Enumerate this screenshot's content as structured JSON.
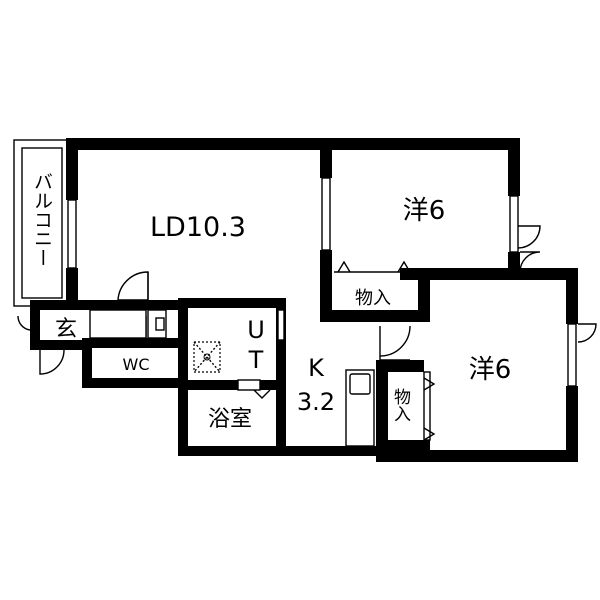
{
  "rooms": {
    "balcony": "バルコニー",
    "ld": "LD10.3",
    "western_top": "洋6",
    "closet_top": "物入",
    "entrance": "玄",
    "wc": "WC",
    "ut_u": "U",
    "ut_t": "T",
    "bath": "浴室",
    "kitchen_k": "K",
    "kitchen_size": "3.2",
    "closet_side": "物入",
    "western_right": "洋6"
  }
}
